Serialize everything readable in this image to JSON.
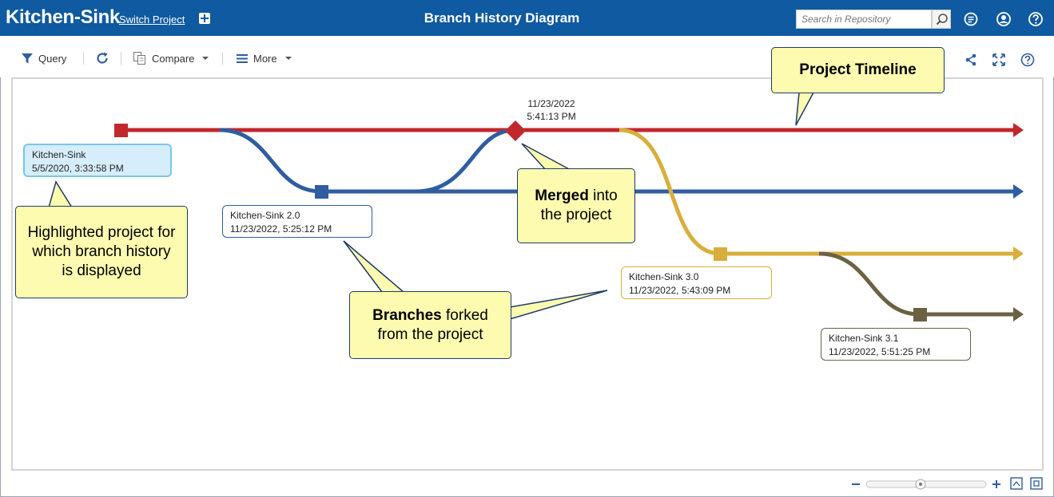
{
  "header": {
    "project_name": "Kitchen-Sink",
    "switch_label": "Switch Project",
    "title": "Branch History Diagram",
    "search_placeholder": "Search in Repository"
  },
  "toolbar": {
    "query_label": "Query",
    "compare_label": "Compare",
    "more_label": "More"
  },
  "diagram": {
    "root": {
      "name": "Kitchen-Sink",
      "date": "5/5/2020, 3:33:58 PM"
    },
    "branch_20": {
      "name": "Kitchen-Sink 2.0",
      "date": "11/23/2022, 5:25:12 PM"
    },
    "branch_30": {
      "name": "Kitchen-Sink 3.0",
      "date": "11/23/2022, 5:43:09 PM"
    },
    "branch_31": {
      "name": "Kitchen-Sink 3.1",
      "date": "11/23/2022, 5:51:25 PM"
    },
    "merge": {
      "date": "11/23/2022",
      "time": "5:41:13 PM"
    },
    "colors": {
      "project": "#c0282d",
      "branch_20": "#2f5da0",
      "branch_30": "#d8ae3c",
      "branch_31": "#6b6244"
    }
  },
  "callouts": {
    "timeline": "Project Timeline",
    "merged_bold": "Merged",
    "merged_rest1": " into",
    "merged_rest2": "the project",
    "highlighted": "Highlighted project for which branch history is displayed",
    "branches_bold": "Branches",
    "branches_rest1": " forked",
    "branches_rest2": "from the project"
  }
}
